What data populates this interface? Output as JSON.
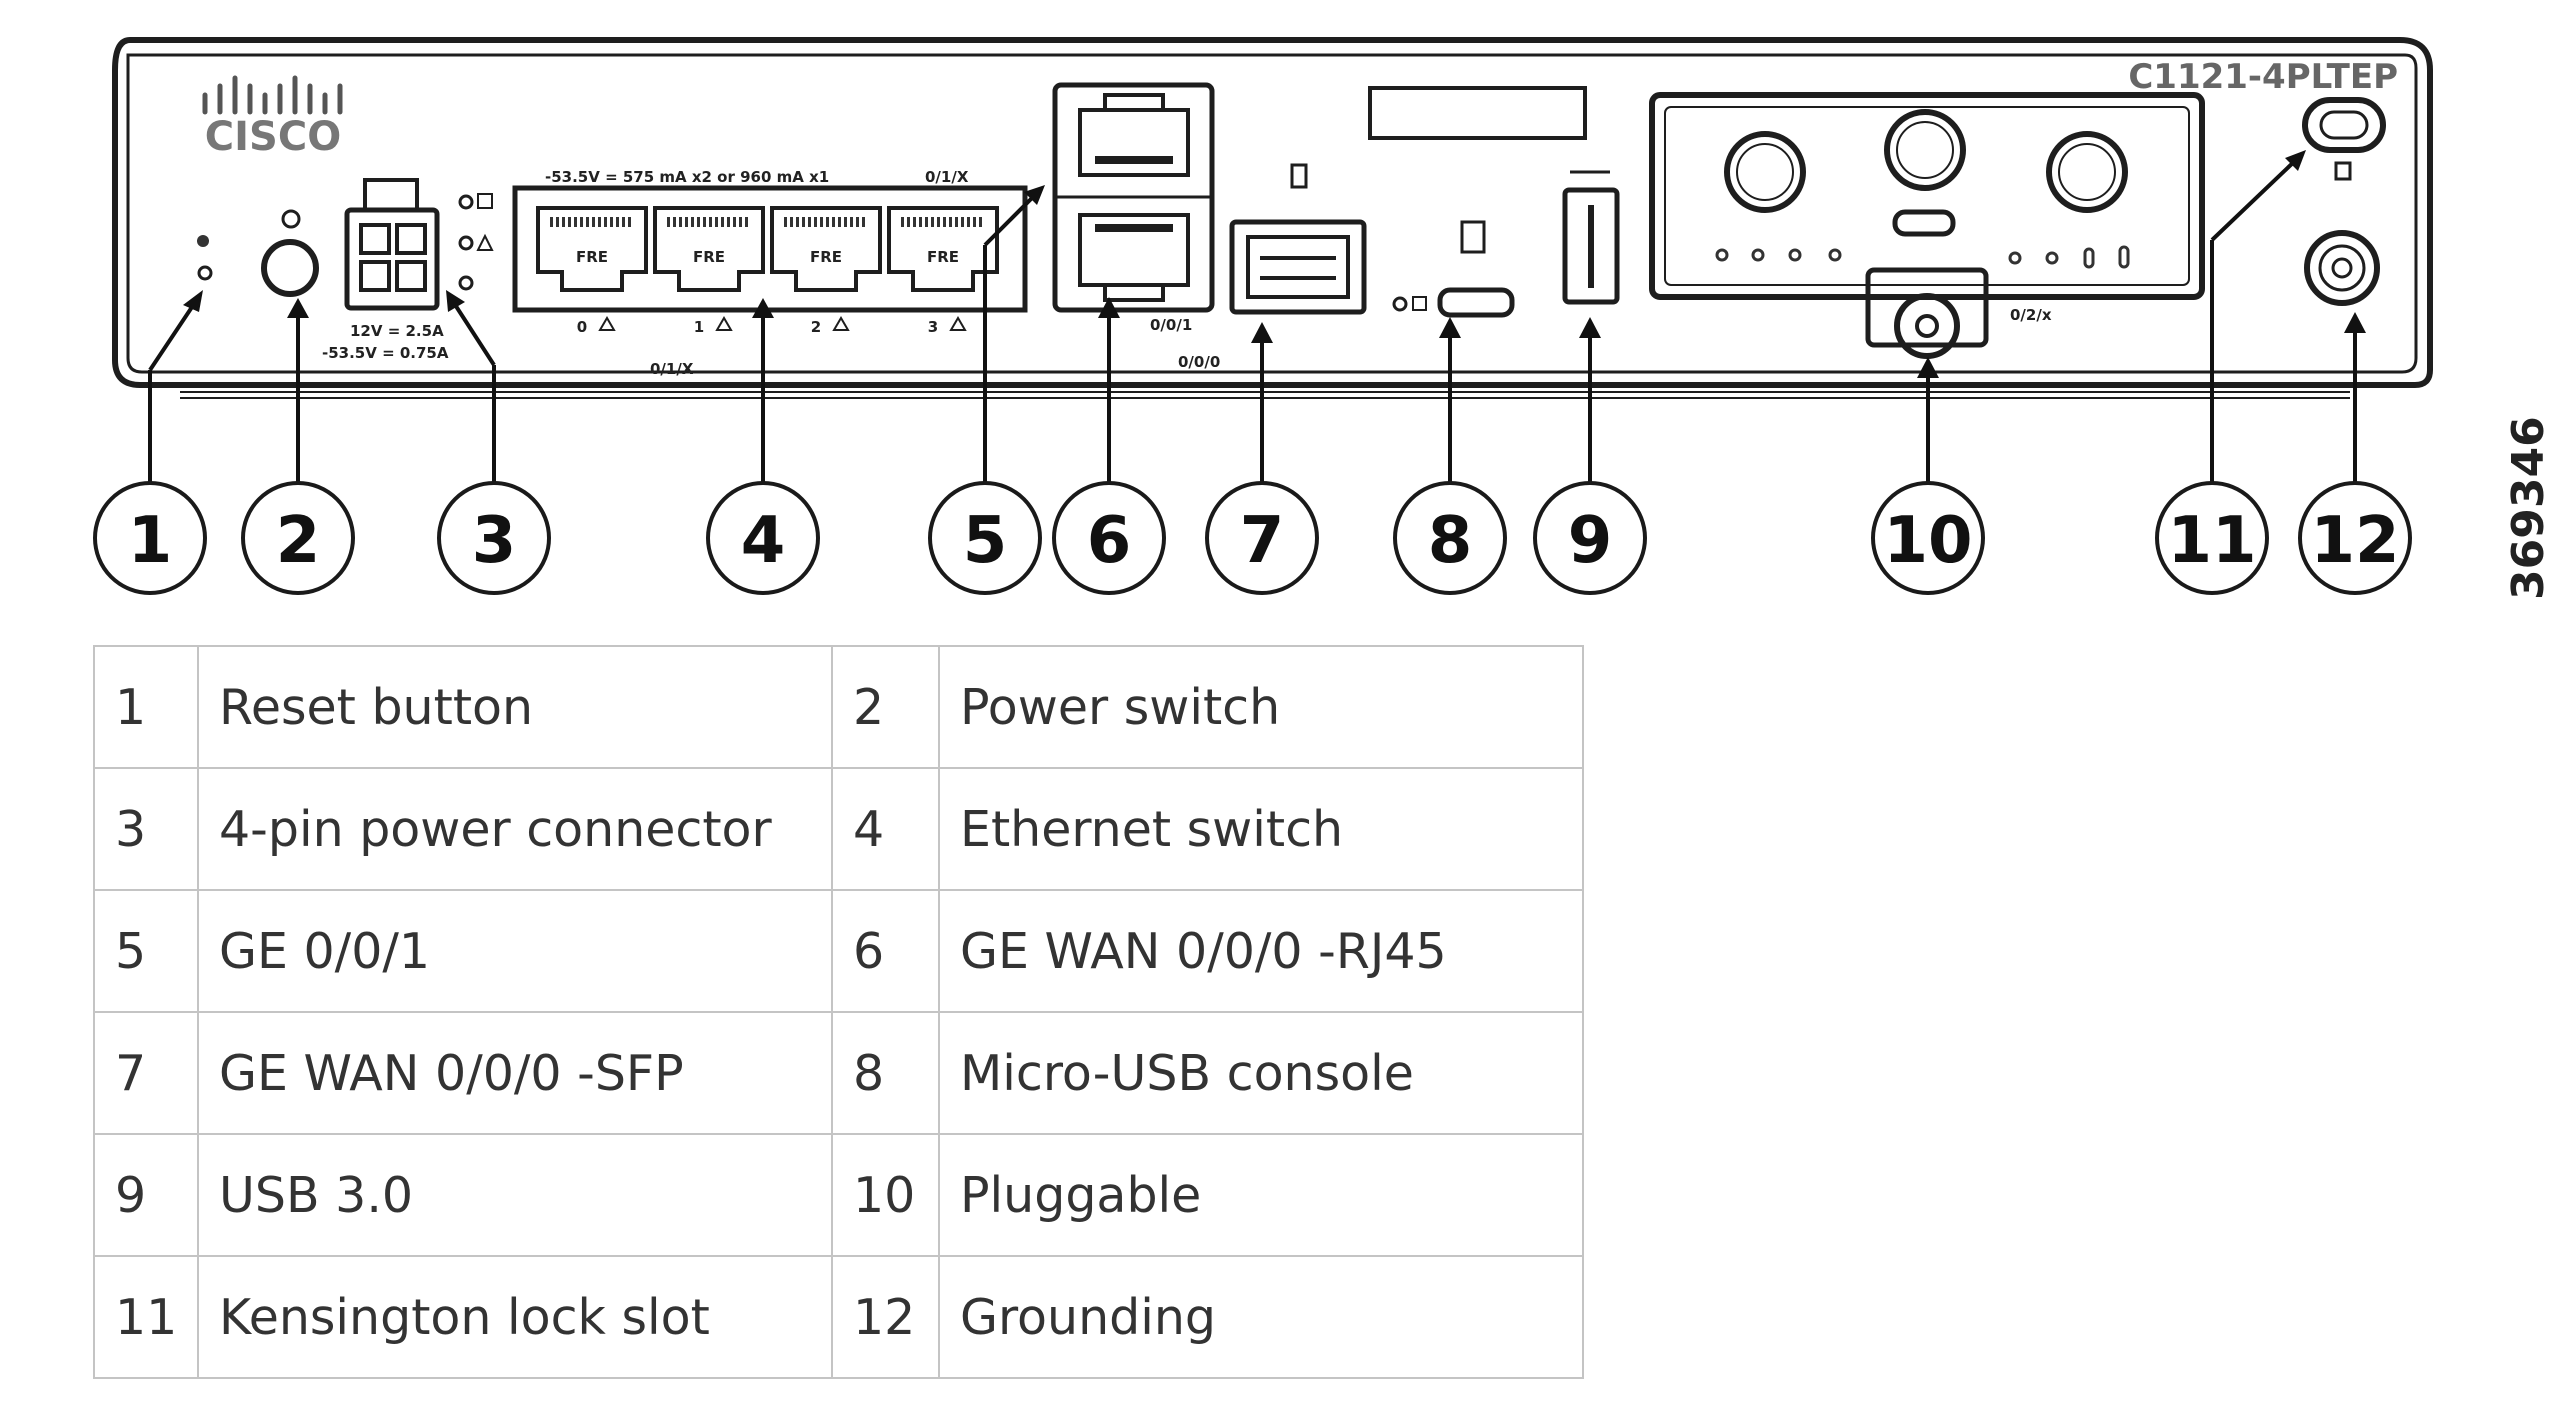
{
  "device": {
    "model_label": "C1121-4PLTEP",
    "brand": "CISCO",
    "power_rating": "12V = 2.5A",
    "poe_rating": "-53.5V = 0.75A",
    "poe_budget_label": "-53.5V = 575 mA x2 or 960 mA x1",
    "lan_group_label": "0/1/X",
    "port_labels": [
      "0",
      "1",
      "2",
      "3"
    ],
    "port_badge": "FRE",
    "wan_label": "0/0/1",
    "sfp_label": "0/0/0",
    "pluggable_label": "0/2/x",
    "poe_bottom_label": "0/1/X"
  },
  "callouts": [
    "1",
    "2",
    "3",
    "4",
    "5",
    "6",
    "7",
    "8",
    "9",
    "10",
    "11",
    "12"
  ],
  "figure_id": "369346",
  "legend": {
    "rows": [
      {
        "num_a": "1",
        "desc_a": "Reset button",
        "num_b": "2",
        "desc_b": "Power switch"
      },
      {
        "num_a": "3",
        "desc_a": "4-pin power connector",
        "num_b": "4",
        "desc_b": "Ethernet switch"
      },
      {
        "num_a": "5",
        "desc_a": "GE 0/0/1",
        "num_b": "6",
        "desc_b": "GE WAN 0/0/0 -RJ45"
      },
      {
        "num_a": "7",
        "desc_a": "GE WAN 0/0/0 -SFP",
        "num_b": "8",
        "desc_b": "Micro-USB console"
      },
      {
        "num_a": "9",
        "desc_a": "USB 3.0",
        "num_b": "10",
        "desc_b": "Pluggable"
      },
      {
        "num_a": "11",
        "desc_a": "Kensington lock slot",
        "num_b": "12",
        "desc_b": "Grounding"
      }
    ]
  }
}
